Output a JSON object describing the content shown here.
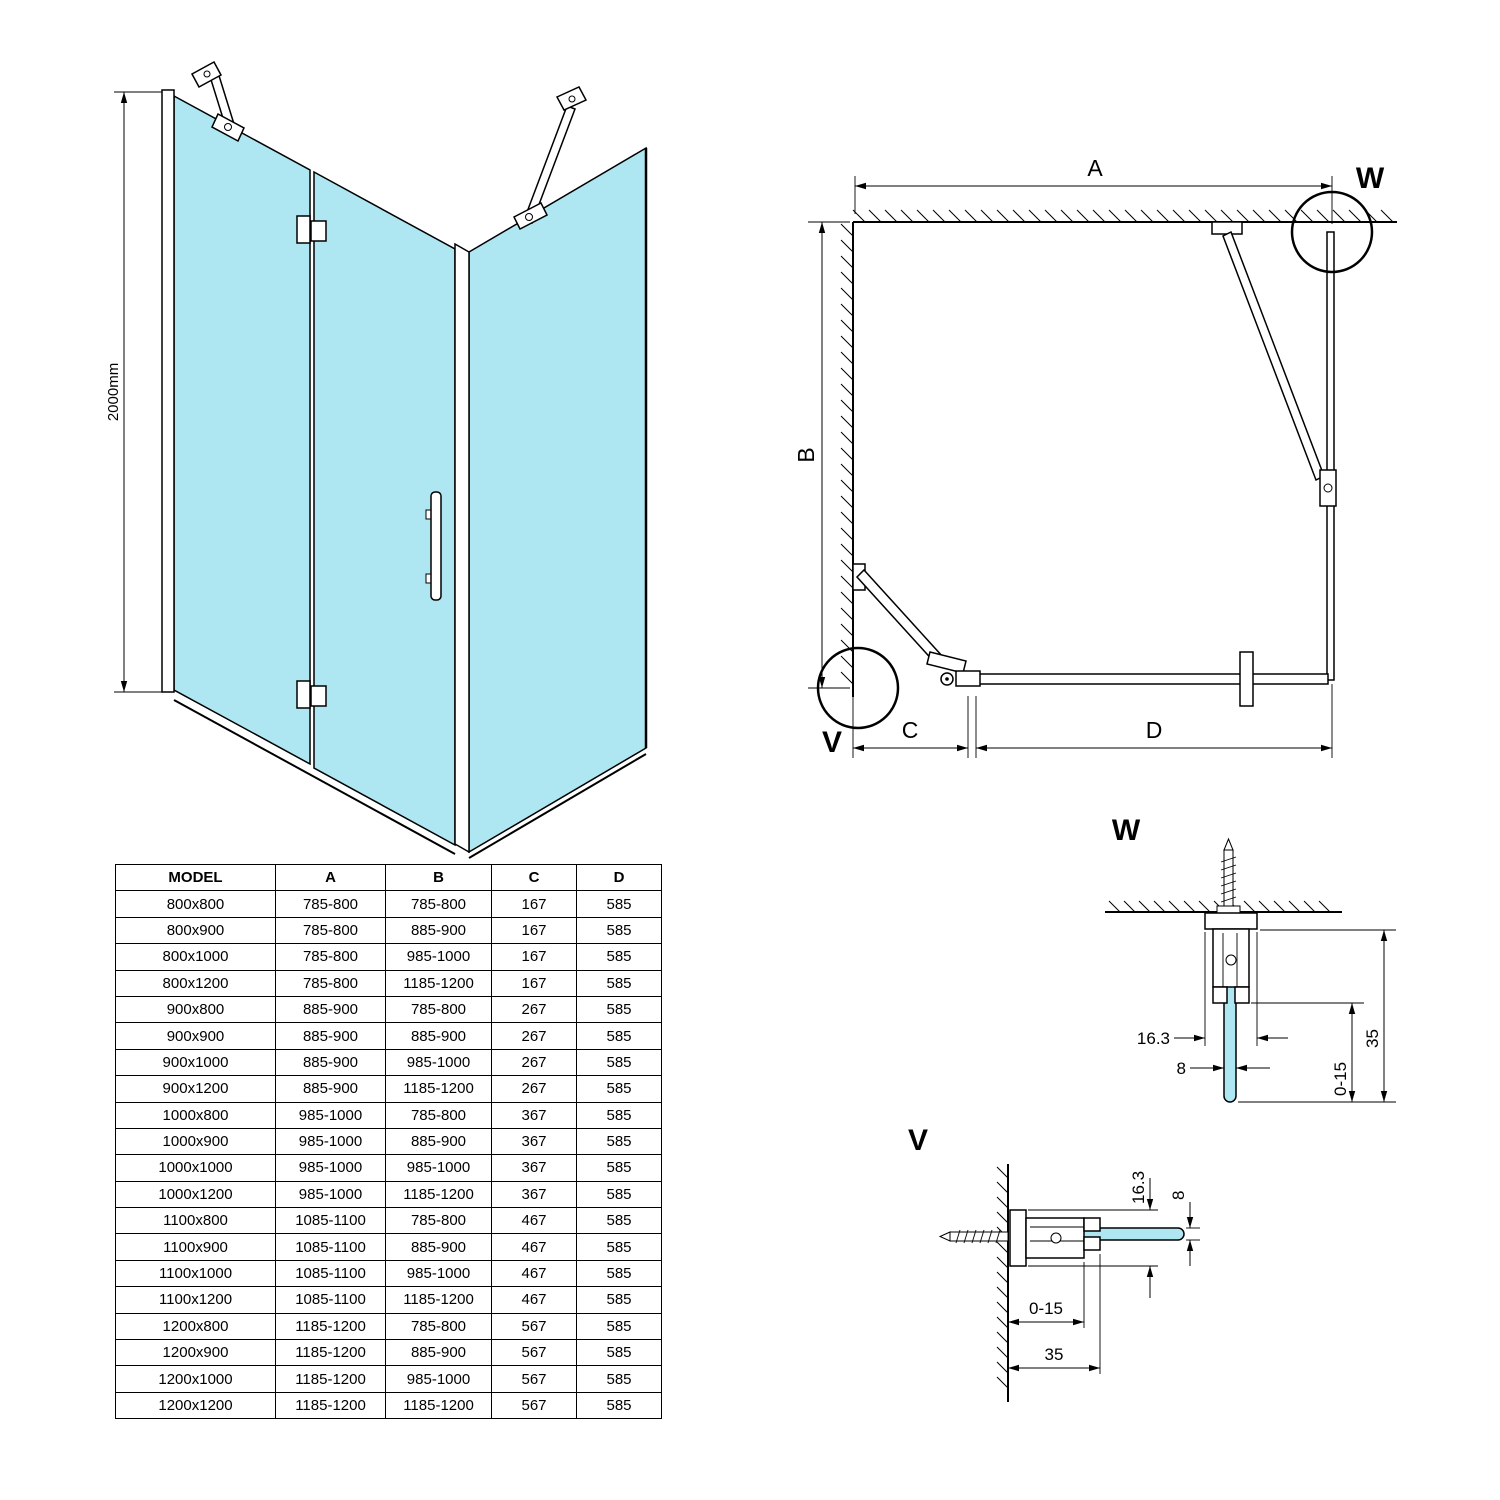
{
  "iso_view": {
    "height_dim": "2000mm"
  },
  "plan_view": {
    "dim_a": "A",
    "dim_b": "B",
    "dim_c": "C",
    "dim_d": "D",
    "detail_w_label": "W",
    "detail_v_label": "V"
  },
  "table": {
    "headers": [
      "MODEL",
      "A",
      "B",
      "C",
      "D"
    ],
    "rows": [
      [
        "800x800",
        "785-800",
        "785-800",
        "167",
        "585"
      ],
      [
        "800x900",
        "785-800",
        "885-900",
        "167",
        "585"
      ],
      [
        "800x1000",
        "785-800",
        "985-1000",
        "167",
        "585"
      ],
      [
        "800x1200",
        "785-800",
        "1185-1200",
        "167",
        "585"
      ],
      [
        "900x800",
        "885-900",
        "785-800",
        "267",
        "585"
      ],
      [
        "900x900",
        "885-900",
        "885-900",
        "267",
        "585"
      ],
      [
        "900x1000",
        "885-900",
        "985-1000",
        "267",
        "585"
      ],
      [
        "900x1200",
        "885-900",
        "1185-1200",
        "267",
        "585"
      ],
      [
        "1000x800",
        "985-1000",
        "785-800",
        "367",
        "585"
      ],
      [
        "1000x900",
        "985-1000",
        "885-900",
        "367",
        "585"
      ],
      [
        "1000x1000",
        "985-1000",
        "985-1000",
        "367",
        "585"
      ],
      [
        "1000x1200",
        "985-1000",
        "1185-1200",
        "367",
        "585"
      ],
      [
        "1100x800",
        "1085-1100",
        "785-800",
        "467",
        "585"
      ],
      [
        "1100x900",
        "1085-1100",
        "885-900",
        "467",
        "585"
      ],
      [
        "1100x1000",
        "1085-1100",
        "985-1000",
        "467",
        "585"
      ],
      [
        "1100x1200",
        "1085-1100",
        "1185-1200",
        "467",
        "585"
      ],
      [
        "1200x800",
        "1185-1200",
        "785-800",
        "567",
        "585"
      ],
      [
        "1200x900",
        "1185-1200",
        "885-900",
        "567",
        "585"
      ],
      [
        "1200x1000",
        "1185-1200",
        "985-1000",
        "567",
        "585"
      ],
      [
        "1200x1200",
        "1185-1200",
        "1185-1200",
        "567",
        "585"
      ]
    ]
  },
  "detail_w": {
    "title": "W",
    "dim_width": "16.3",
    "dim_glass": "8",
    "dim_gap": "0-15",
    "dim_total": "35"
  },
  "detail_v": {
    "title": "V",
    "dim_width": "16.3",
    "dim_glass": "8",
    "dim_gap": "0-15",
    "dim_total": "35"
  },
  "colors": {
    "glass": "#aee7f2",
    "line": "#000000"
  }
}
